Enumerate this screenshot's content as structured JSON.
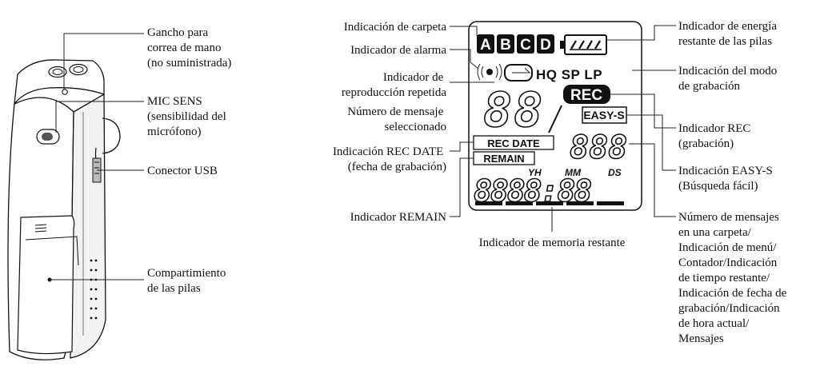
{
  "device_labels": {
    "strap_hook": [
      "Gancho para",
      "correa de mano",
      "(no suministrada)"
    ],
    "mic_sens": [
      "MIC SENS",
      "(sensibilidad del",
      "micrófono)"
    ],
    "usb": [
      "Conector USB"
    ],
    "battery_compartment": [
      "Compartimiento",
      "de las pilas"
    ]
  },
  "display_labels": {
    "folder": [
      "Indicación de carpeta"
    ],
    "alarm": [
      "Indicador de alarma"
    ],
    "repeat": [
      "Indicador de",
      "reproducción repetida"
    ],
    "message_number": [
      "Número de mensaje",
      "seleccionado"
    ],
    "rec_date": [
      "Indicación REC DATE",
      "(fecha de grabación)"
    ],
    "remain": [
      "Indicador REMAIN"
    ],
    "memory_remaining": [
      "Indicador de memoria restante"
    ],
    "battery": [
      "Indicador de energía",
      "restante de las pilas"
    ],
    "rec_mode": [
      "Indicación del modo",
      "de grabación"
    ],
    "rec": [
      "Indicador REC",
      "(grabación)"
    ],
    "easy_s": [
      "Indicación EASY-S",
      "(Búsqueda fácil)"
    ],
    "counter": [
      "Número de mensajes",
      "en una carpeta/",
      "Indicación de menú/",
      "Contador/Indicación",
      "de tiempo restante/",
      "Indicación de fecha de",
      "grabación/Indicación",
      "de hora actual/",
      "Mensajes"
    ]
  },
  "lcd": {
    "folders": [
      "A",
      "B",
      "C",
      "D"
    ],
    "mode": "HQ SP LP",
    "rec": "REC",
    "easy_s": "EASY-S",
    "rec_date": "REC DATE",
    "remain": "REMAIN",
    "msg_digits": "88",
    "small_digits": "888",
    "yh": "YH",
    "mm": "MM",
    "ds": "DS",
    "counter_digits": "8888:88"
  }
}
